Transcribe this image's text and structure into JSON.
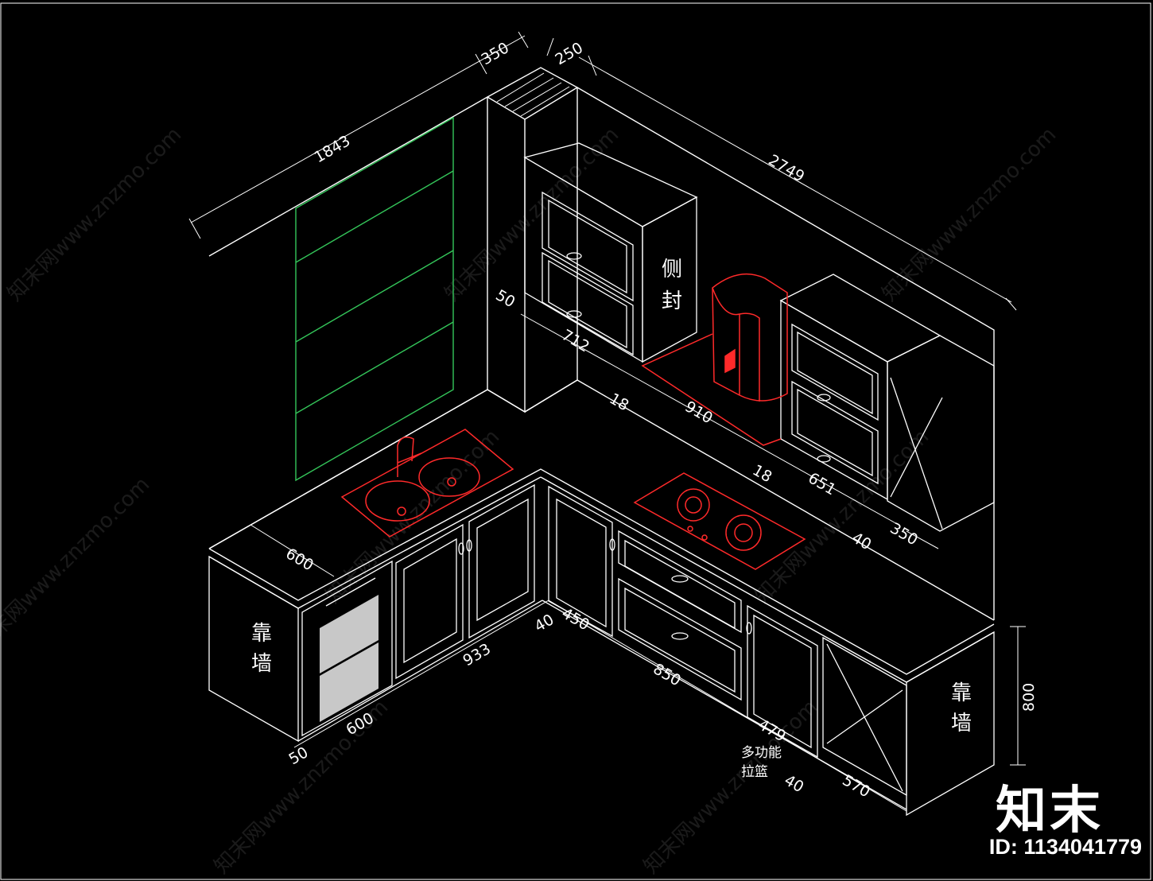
{
  "dimensions": {
    "d350_top": "350",
    "d250_top": "250",
    "d1843": "1843",
    "d2749": "2749",
    "d50_left": "50",
    "d712": "712",
    "d18_a": "18",
    "d910": "910",
    "d18_b": "18",
    "d651": "651",
    "d350_right": "350",
    "d40_right": "40",
    "d600_depth": "600",
    "d933": "933",
    "d40_corner": "40",
    "d450": "450",
    "d850": "850",
    "d479": "479",
    "d600_bottom": "600",
    "d50_bottom": "50",
    "d40_bottom": "40",
    "d570": "570",
    "d800": "800"
  },
  "labels": {
    "side_seal": [
      "侧",
      "封"
    ],
    "against_wall_left": [
      "靠",
      "墙"
    ],
    "against_wall_right": [
      "靠",
      "墙"
    ],
    "multi_basket": [
      "多功能",
      "拉篮"
    ]
  },
  "watermark": {
    "text": "知末网www.znzmo.com",
    "brand": "知末",
    "id": "ID: 1134041779"
  },
  "colors": {
    "line": "#ffffff",
    "appliance": "#ff2a2a",
    "glass": "#34c65a",
    "background": "#000000"
  }
}
